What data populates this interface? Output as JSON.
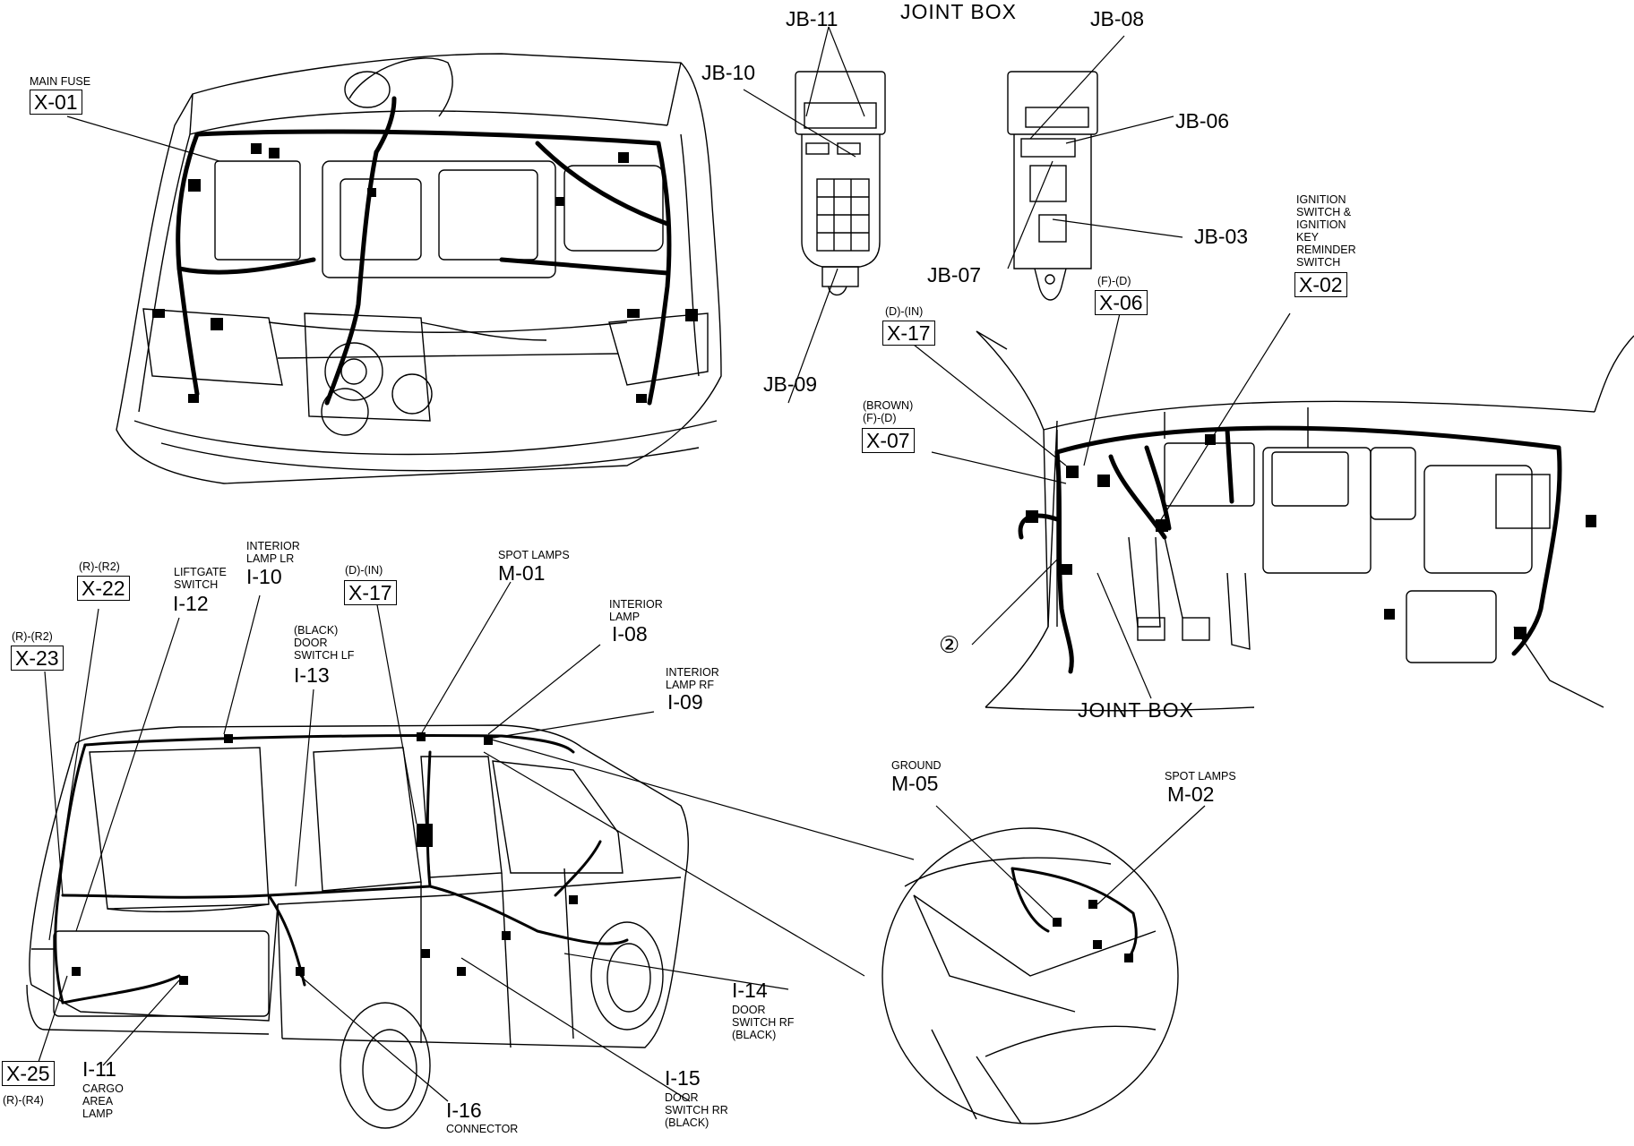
{
  "labels": {
    "main_fuse": "MAIN FUSE",
    "x01": "X-01",
    "joint_box_title": "JOINT  BOX",
    "jb11": "JB-11",
    "jb08": "JB-08",
    "jb10": "JB-10",
    "jb06": "JB-06",
    "jb03": "JB-03",
    "jb07": "JB-07",
    "jb09": "JB-09",
    "ignition_1": "IGNITION",
    "ignition_2": "SWITCH &",
    "ignition_3": "IGNITION",
    "ignition_4": "KEY",
    "ignition_5": "REMINDER",
    "ignition_6": "SWITCH",
    "x02": "X-02",
    "x06_variant": "(F)-(D)",
    "x06": "X-06",
    "x17_dash_variant": "(D)-(IN)",
    "x17_dash": "X-17",
    "x07_color": "(BROWN)",
    "x07_variant": "(F)-(D)",
    "x07": "X-07",
    "ground_point_2": "②",
    "joint_box_dash": "JOINT  BOX",
    "x22_variant": "(R)-(R2)",
    "x22": "X-22",
    "x23_variant": "(R)-(R2)",
    "x23": "X-23",
    "liftgate_1": "LIFTGATE",
    "liftgate_2": "SWITCH",
    "i12": "I-12",
    "int_lamp_lr_1": "INTERIOR",
    "int_lamp_lr_2": "LAMP LR",
    "i10": "I-10",
    "x17_van_variant": "(D)-(IN)",
    "x17_van": "X-17",
    "door_lf_1": "(BLACK)",
    "door_lf_2": "DOOR",
    "door_lf_3": "SWITCH LF",
    "i13": "I-13",
    "spot_lamps_1": "SPOT LAMPS",
    "m01": "M-01",
    "int_lamp_1": "INTERIOR",
    "int_lamp_2": "LAMP",
    "i08": "I-08",
    "int_lamp_rf_1": "INTERIOR",
    "int_lamp_rf_2": "LAMP RF",
    "i09": "I-09",
    "ground": "GROUND",
    "m05": "M-05",
    "spot_lamps_2": "SPOT LAMPS",
    "m02": "M-02",
    "i14": "I-14",
    "door_rf_1": "DOOR",
    "door_rf_2": "SWITCH RF",
    "door_rf_3": "(BLACK)",
    "i15": "I-15",
    "door_rr_1": "DOOR",
    "door_rr_2": "SWITCH RR",
    "door_rr_3": "(BLACK)",
    "i16": "I-16",
    "connector": "CONNECTOR",
    "i11": "I-11",
    "cargo_1": "CARGO",
    "cargo_2": "AREA",
    "cargo_3": "LAMP",
    "x25": "X-25",
    "x25_variant": "(R)-(R4)"
  }
}
